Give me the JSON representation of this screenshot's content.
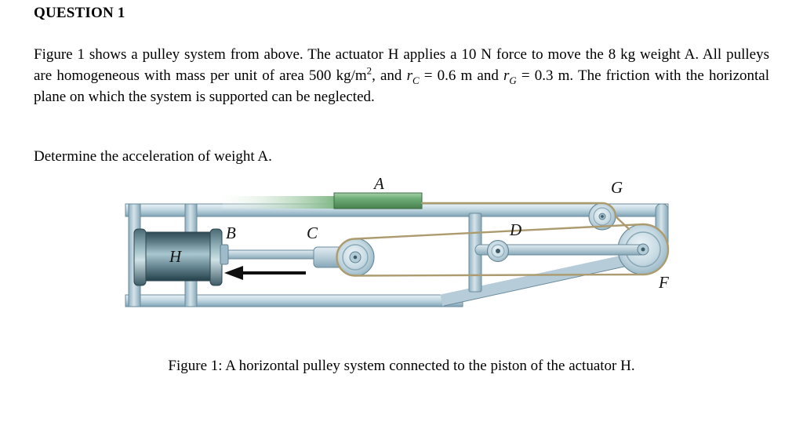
{
  "page": {
    "heading": "QUESTION 1",
    "paragraph": {
      "part1": "Figure 1 shows a pulley system from above. The actuator H applies a 10 N force to move the 8 kg weight A. All pulleys are homogeneous with mass per unit of area 500 kg/m",
      "sup_exponent": "2",
      "part2": ", and ",
      "var_r1": "r",
      "sub_c": "C",
      "part3": " = 0.6 m and ",
      "var_r2": "r",
      "sub_g": "G",
      "part4": " = 0.3 m. The friction with the horizontal plane on which the system is supported can be neglected."
    },
    "task": "Determine the acceleration of weight A.",
    "caption": "Figure 1: A horizontal pulley system connected to the piston of the actuator H."
  },
  "figure": {
    "labels": {
      "a": "A",
      "b": "B",
      "c": "C",
      "d": "D",
      "f": "F",
      "g": "G",
      "h": "H"
    },
    "colors": {
      "frame_steel": "#b6cdd9",
      "frame_edge": "#6a8b9d",
      "actuator_dark": "#3d5a66",
      "weight_green": "#6fae77",
      "cable_tan": "#ac9b6e",
      "arrow_black": "#101010"
    }
  }
}
